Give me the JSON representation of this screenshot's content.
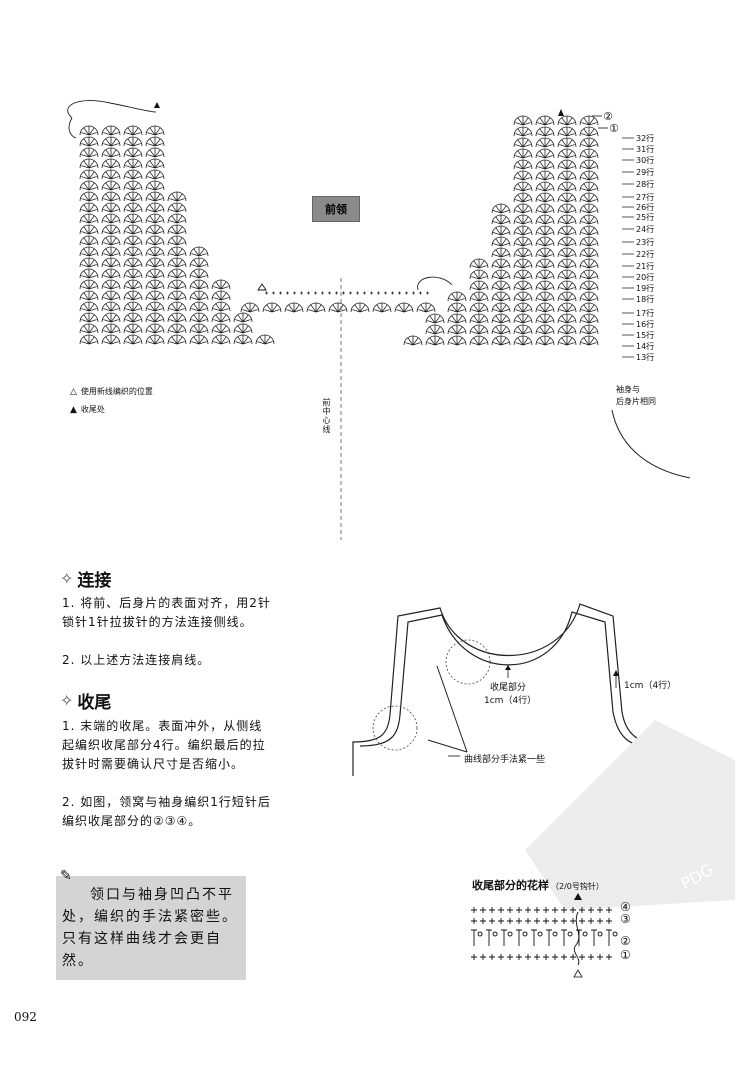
{
  "diagram": {
    "title": "前领",
    "row_numbers": [
      "32行",
      "31行",
      "30行",
      "29行",
      "28行",
      "27行",
      "26行",
      "25行",
      "24行",
      "23行",
      "22行",
      "21行",
      "20行",
      "19行",
      "18行",
      "17行",
      "16行",
      "15行",
      "14行",
      "13行"
    ],
    "top_marks": [
      "②",
      "①"
    ],
    "legend": [
      {
        "icon": "open-triangle",
        "text": "使用新线编织的位置"
      },
      {
        "icon": "filled-triangle",
        "text": "收尾处"
      }
    ],
    "center_line": "前中心线",
    "sleeve_note": "袖身与\n后身片相同"
  },
  "sections": [
    {
      "heading": "连接",
      "paragraphs": [
        "1. 将前、后身片的表面对齐，用2针锁针1针拉拔针的方法连接侧线。",
        "2. 以上述方法连接肩线。"
      ]
    },
    {
      "heading": "收尾",
      "paragraphs": [
        "1. 末端的收尾。表面冲外，从侧线起编织收尾部分4行。编织最后的拉拔针时需要确认尺寸是否缩小。",
        "2. 如图，领窝与袖身编织1行短针后编织收尾部分的②③④。"
      ]
    }
  ],
  "tip": "领口与袖身凹凸不平处，编织的手法紧密些。只有这样曲线才会更自然。",
  "garment": {
    "label_finish": "收尾部分",
    "label_finish_size": "1cm（4行）",
    "label_right": "1cm（4行）",
    "label_curve": "曲线部分手法紧一些"
  },
  "pattern": {
    "title": "收尾部分的花样",
    "hook": "（2/0号钩针）",
    "row_marks": [
      "④",
      "③",
      "②",
      "①"
    ]
  },
  "watermark": {
    "text": "PDG"
  },
  "page_number": "092"
}
